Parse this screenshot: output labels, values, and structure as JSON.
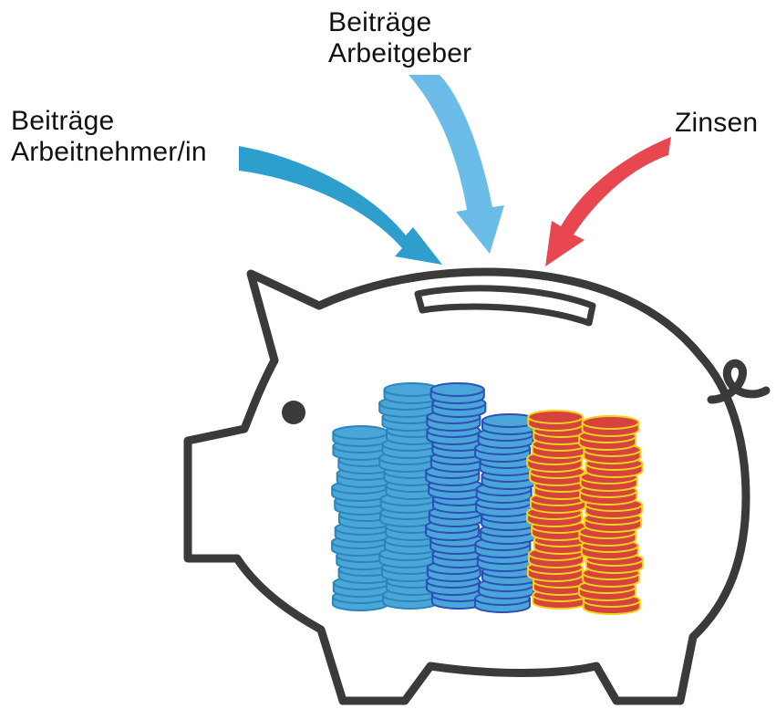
{
  "labels": {
    "employee": {
      "line1": "Beiträge",
      "line2": "Arbeitnehmer/in"
    },
    "employer": {
      "line1": "Beiträge",
      "line2": "Arbeitgeber"
    },
    "interest": {
      "line1": "Zinsen"
    }
  },
  "colors": {
    "employee_arrow": "#2e9fcd",
    "employer_arrow": "#6bbce8",
    "interest_arrow": "#e8474f",
    "outline": "#3a3a3a",
    "coin_employee": "#4aa6d8",
    "coin_employer": "#4aa6d8",
    "coin_employer_edge": "#2c4fb8",
    "coin_interest": "#d6433f",
    "coin_interest_edge": "#f2d21a"
  },
  "icons": [
    "piggy-bank-icon",
    "coin-stack-icon",
    "arrow-icon"
  ]
}
